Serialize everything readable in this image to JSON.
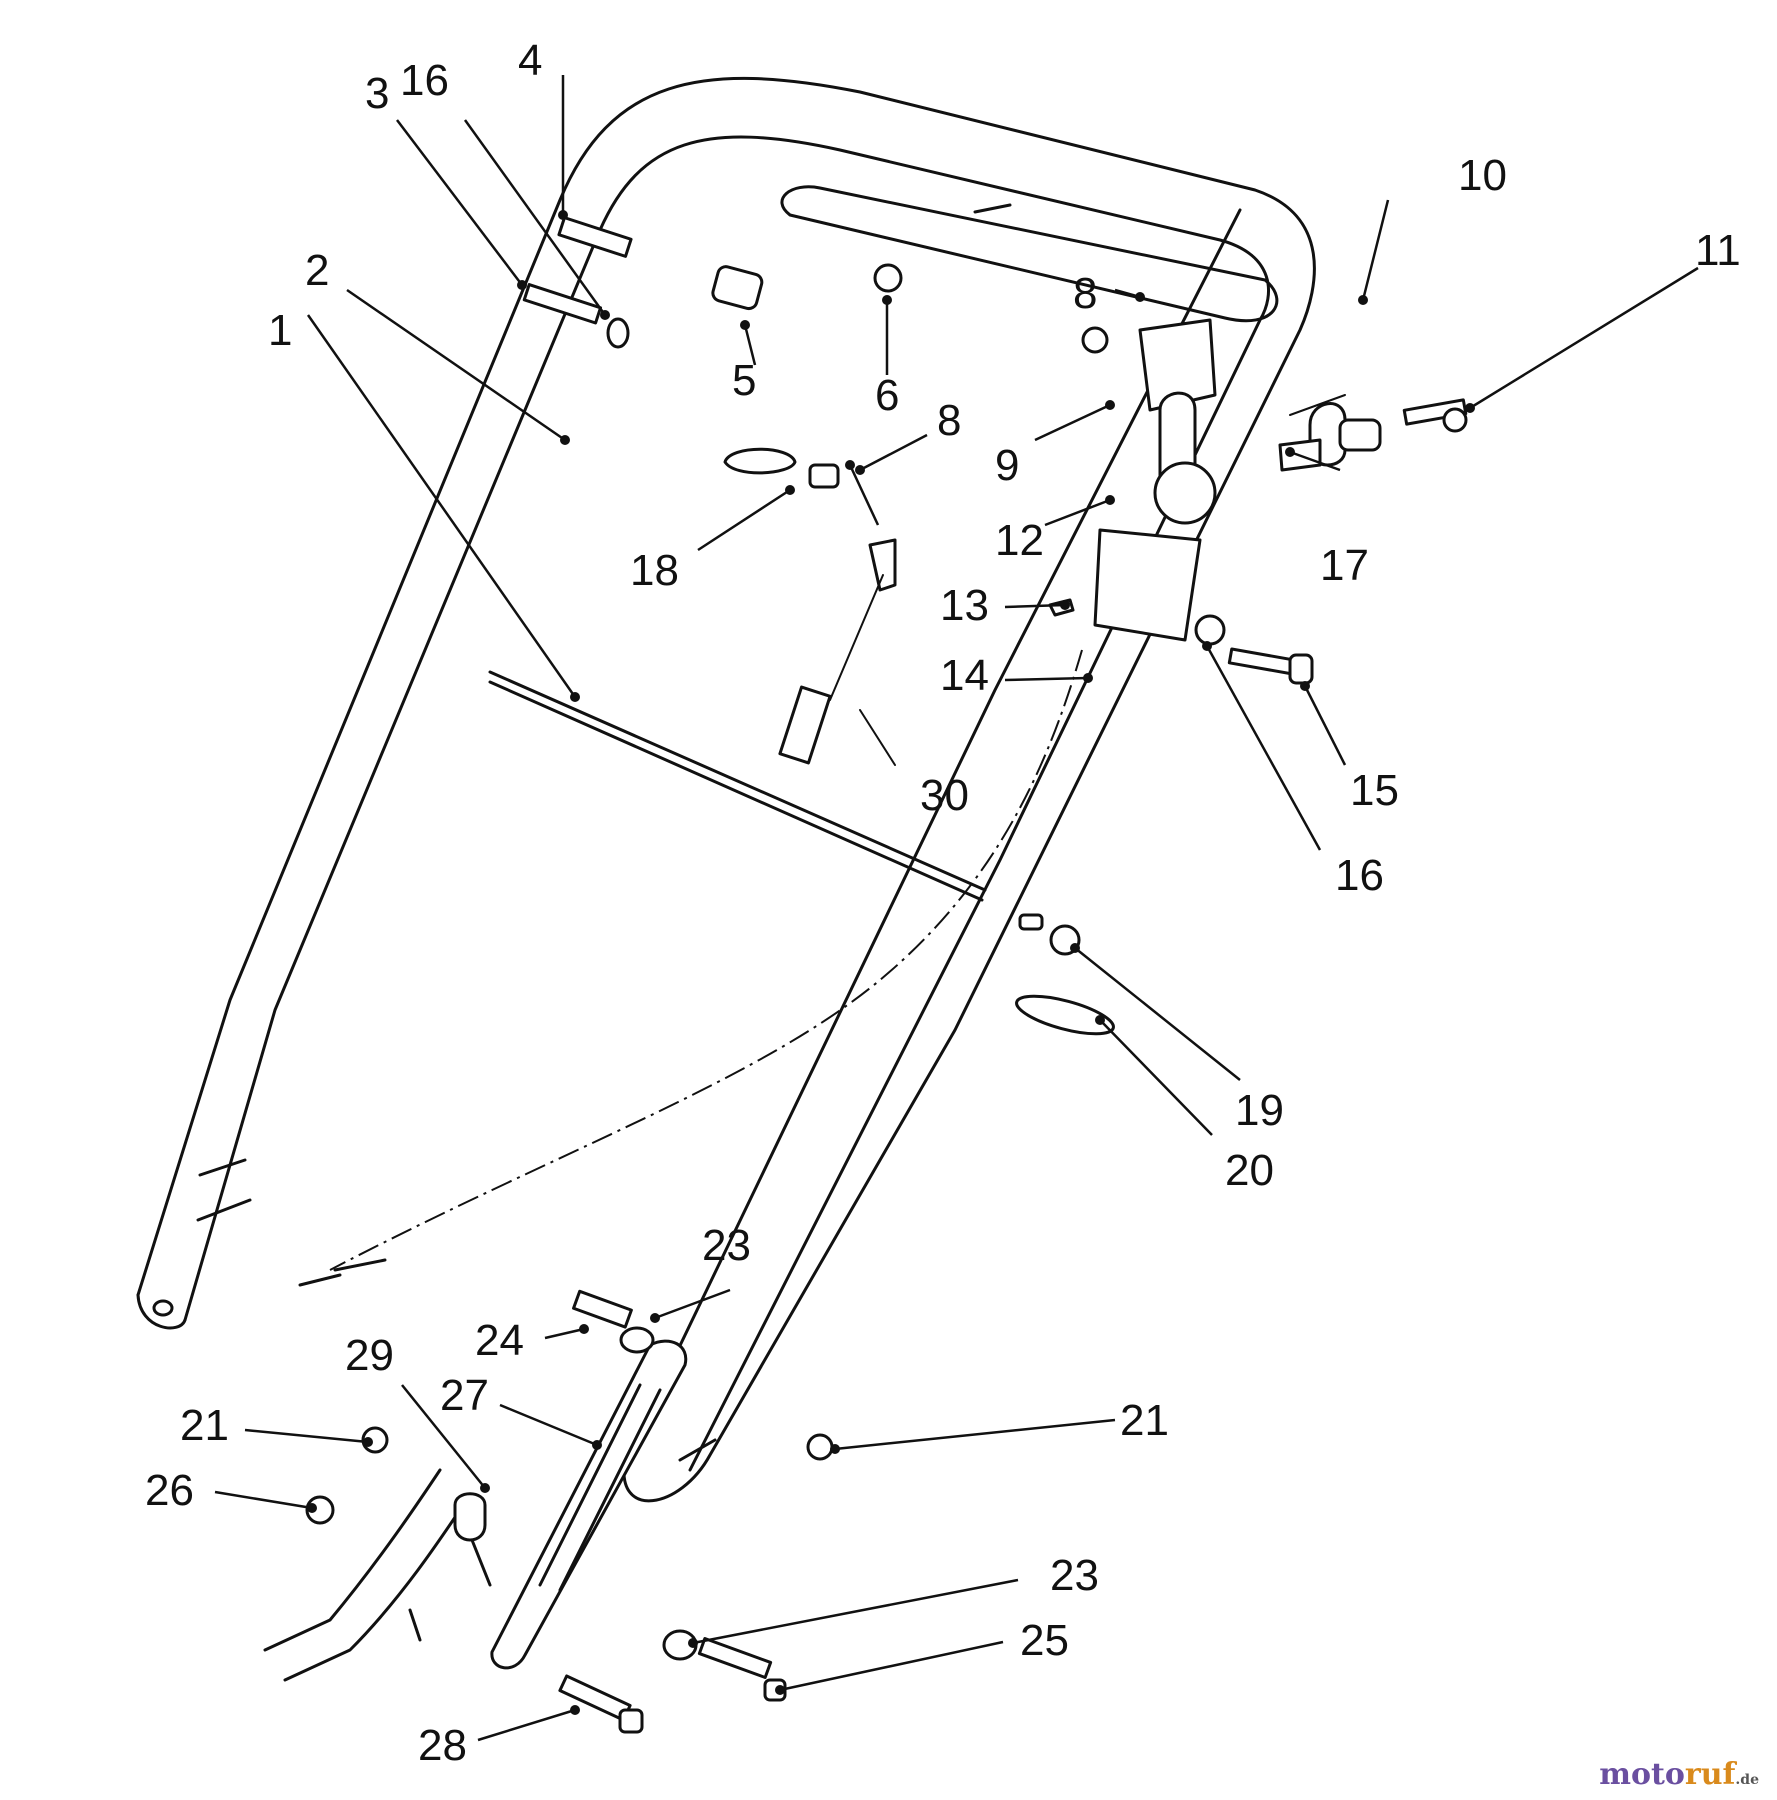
{
  "callouts": {
    "c1": "1",
    "c2": "2",
    "c3": "3",
    "c4": "4",
    "c5": "5",
    "c6": "6",
    "c8a": "8",
    "c8b": "8",
    "c9": "9",
    "c10": "10",
    "c11": "11",
    "c12": "12",
    "c13": "13",
    "c14": "14",
    "c15": "15",
    "c16a": "16",
    "c16b": "16",
    "c17": "17",
    "c18": "18",
    "c19": "19",
    "c20": "20",
    "c21a": "21",
    "c21b": "21",
    "c23a": "23",
    "c23b": "23",
    "c24": "24",
    "c25": "25",
    "c26": "26",
    "c27": "27",
    "c28": "28",
    "c29": "29",
    "c30": "30"
  },
  "watermark": {
    "part1": "moto",
    "part2": "ruf",
    "suffix": ".de"
  }
}
